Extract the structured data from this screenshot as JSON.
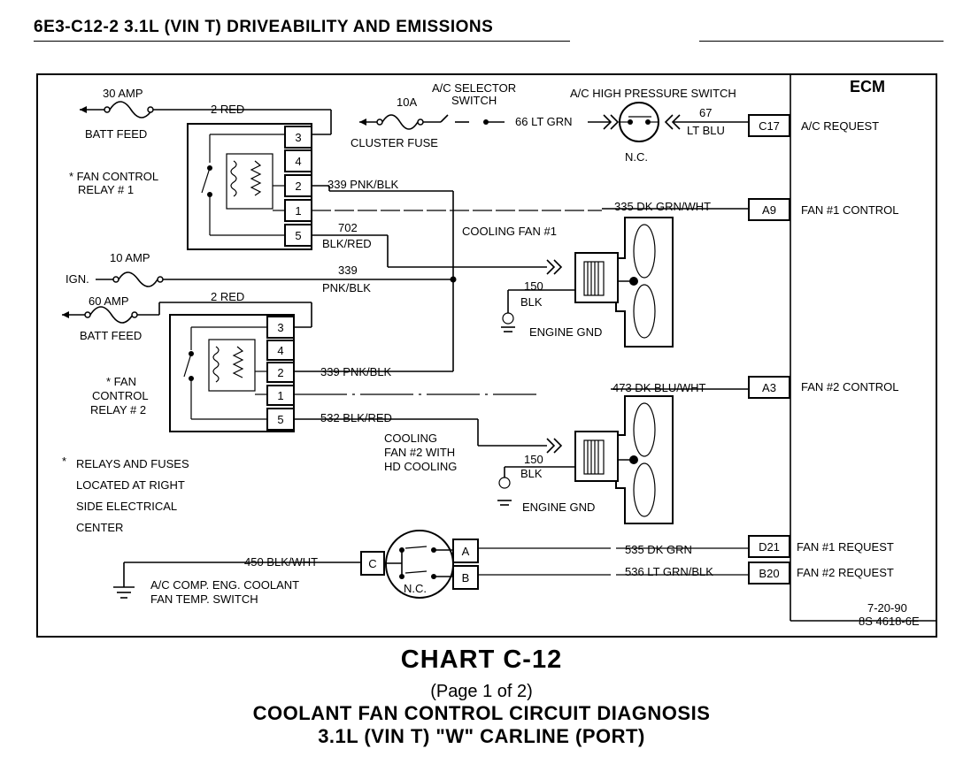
{
  "header": {
    "title": "6E3-C12-2  3.1L  (VIN T)  DRIVEABILITY AND EMISSIONS"
  },
  "ecm": {
    "title": "ECM",
    "terminals": [
      {
        "pin": "C17",
        "label": "A/C REQUEST"
      },
      {
        "pin": "A9",
        "label": "FAN #1 CONTROL"
      },
      {
        "pin": "A3",
        "label": "FAN #2 CONTROL"
      },
      {
        "pin": "D21",
        "label": "FAN #1 REQUEST"
      },
      {
        "pin": "B20",
        "label": "FAN #2 REQUEST"
      }
    ]
  },
  "relay1": {
    "label_line1": "* FAN CONTROL",
    "label_line2": "RELAY # 1",
    "pins": [
      "3",
      "4",
      "2",
      "1",
      "5"
    ]
  },
  "relay2": {
    "label_line1": "* FAN",
    "label_line2": "CONTROL",
    "label_line3": "RELAY # 2",
    "pins": [
      "3",
      "4",
      "2",
      "1",
      "5"
    ]
  },
  "fuses": {
    "fuse30": "30 AMP",
    "batt1": "BATT FEED",
    "fuse10": "10 AMP",
    "ign": "IGN.",
    "fuse60": "60 AMP",
    "batt2": "BATT FEED",
    "fuse10a": "10A",
    "cluster": "CLUSTER FUSE"
  },
  "ac": {
    "selector_line1": "A/C SELECTOR",
    "selector_line2": "SWITCH",
    "hp_switch": "A/C HIGH PRESSURE SWITCH",
    "nc": "N.C."
  },
  "wires": {
    "w2red_a": "2 RED",
    "w2red_b": "2 RED",
    "w66": "66  LT GRN",
    "w67": "67",
    "w67c": "LT BLU",
    "w339a": "339 PNK/BLK",
    "w702": "702",
    "w702c": "BLK/RED",
    "w335": "335  DK GRN/WHT",
    "w339b": "339",
    "w339bc": "PNK/BLK",
    "w339c": "339  PNK/BLK",
    "w532": "532  BLK/RED",
    "w473": "473  DK BLU/WHT",
    "w150a": "150",
    "w150ac": "BLK",
    "w150b": "150",
    "w150bc": "BLK",
    "w450": "450  BLK/WHT",
    "w535": "535  DK GRN",
    "w536": "536  LT GRN/BLK"
  },
  "fans": {
    "fan1": "COOLING FAN #1",
    "gnd1": "ENGINE GND",
    "fan2_line1": "COOLING",
    "fan2_line2": "FAN #2 WITH",
    "fan2_line3": "HD COOLING",
    "gnd2": "ENGINE GND"
  },
  "note": {
    "line1": "RELAYS AND FUSES",
    "line2": "LOCATED AT RIGHT",
    "line3": "SIDE ELECTRICAL",
    "line4": "CENTER",
    "star": "*"
  },
  "temp_switch": {
    "pin_c": "C",
    "pin_a": "A",
    "pin_b": "B",
    "nc": "N.C.",
    "label_line1": "A/C COMP. ENG. COOLANT",
    "label_line2": "FAN TEMP. SWITCH"
  },
  "stamp": {
    "date": "7-20-90",
    "code": "8S 4618-6E"
  },
  "caption": {
    "chart": "CHART C-12",
    "page": "(Page 1 of 2)",
    "line1": "COOLANT FAN CONTROL CIRCUIT DIAGNOSIS",
    "line2": "3.1L  (VIN T)  \"W\"  CARLINE  (PORT)"
  }
}
